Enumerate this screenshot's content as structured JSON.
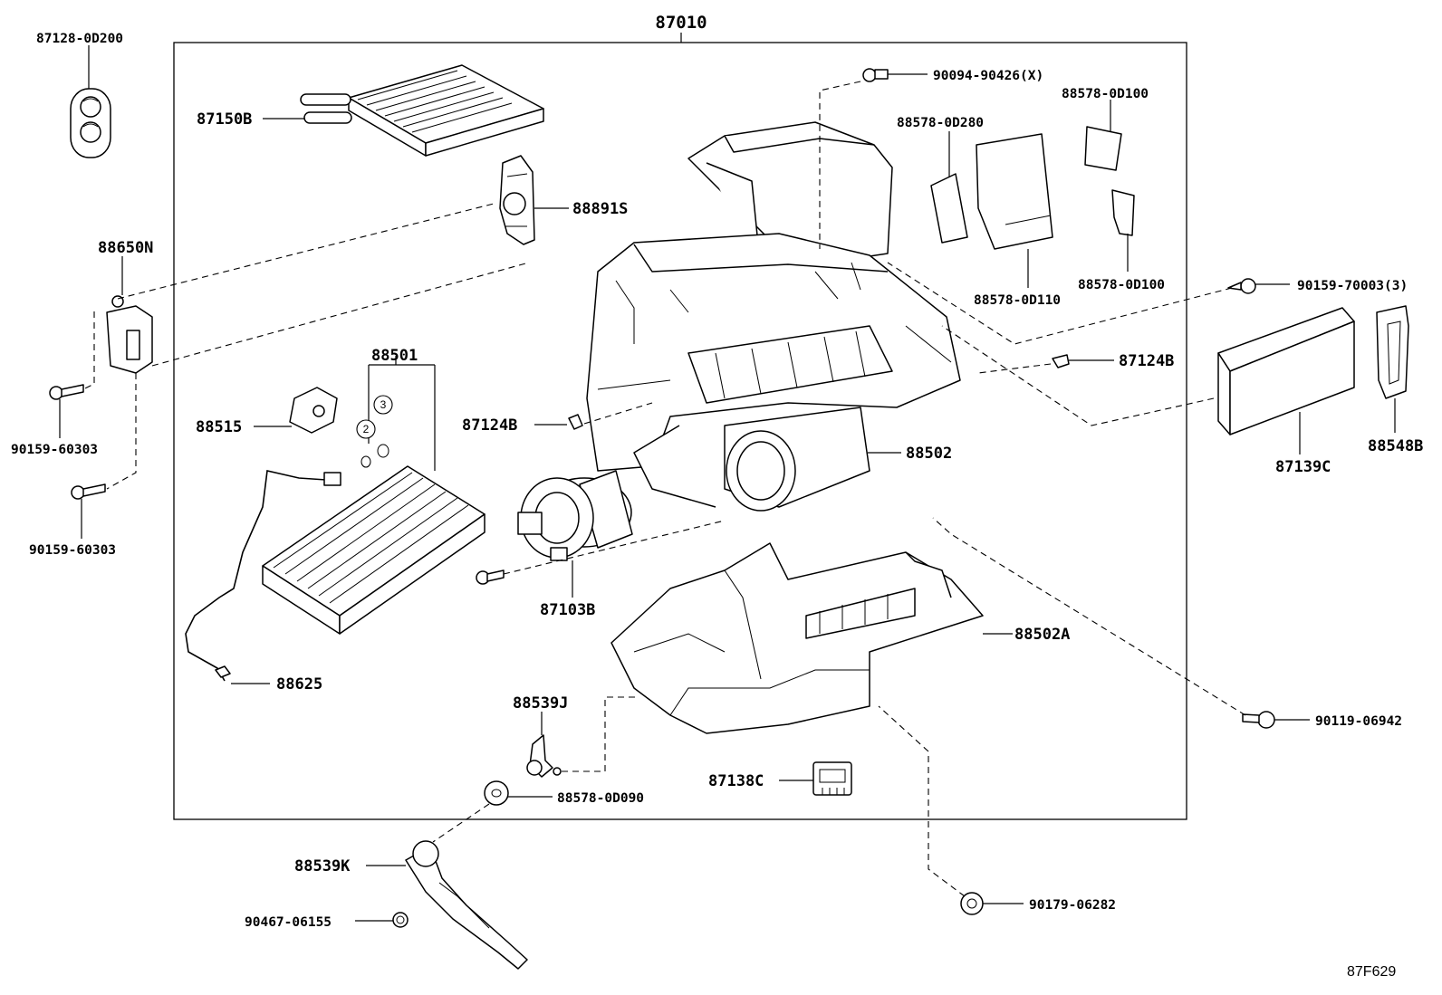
{
  "diagram": {
    "assembly_label": "87010",
    "reference_code": "87F629",
    "labels": {
      "p87128_0D200": "87128-0D200",
      "p87150B": "87150B",
      "p88891S": "88891S",
      "p88650N": "88650N",
      "p90159_60303_a": "90159-60303",
      "p90159_60303_b": "90159-60303",
      "p88501": "88501",
      "p88515": "88515",
      "p88625": "88625",
      "p87124B_a": "87124B",
      "p87124B_b": "87124B",
      "p87103B": "87103B",
      "p88502": "88502",
      "p88502A": "88502A",
      "p88539J": "88539J",
      "p88578_0D090": "88578-0D090",
      "p87138C": "87138C",
      "p88539K": "88539K",
      "p90467_06155": "90467-06155",
      "p90179_06282": "90179-06282",
      "p90094_90426": "90094-90426(X)",
      "p88578_0D280": "88578-0D280",
      "p88578_0D100_a": "88578-0D100",
      "p88578_0D100_b": "88578-0D100",
      "p88578_0D110": "88578-0D110",
      "p90159_70003": "90159-70003(3)",
      "p87139C": "87139C",
      "p88548B": "88548B",
      "p90119_06942": "90119-06942"
    },
    "circle_callouts": {
      "c2": "2",
      "c3": "3"
    }
  }
}
